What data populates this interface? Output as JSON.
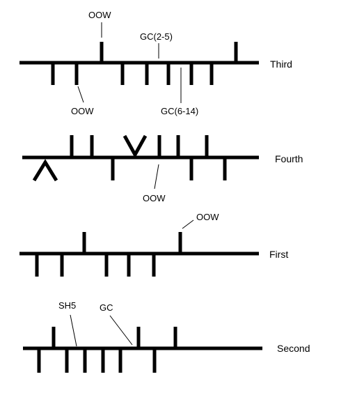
{
  "rows": [
    {
      "id": "third",
      "name": "Third",
      "annotations": [
        {
          "id": "oow-top",
          "text": "OOW"
        },
        {
          "id": "gc-2-5",
          "text": "GC(2-5)"
        },
        {
          "id": "oow-bottom",
          "text": "OOW"
        },
        {
          "id": "gc-6-14",
          "text": "GC(6-14)"
        }
      ]
    },
    {
      "id": "fourth",
      "name": "Fourth",
      "annotations": [
        {
          "id": "oow",
          "text": "OOW"
        }
      ]
    },
    {
      "id": "first",
      "name": "First",
      "annotations": [
        {
          "id": "oow",
          "text": "OOW"
        }
      ]
    },
    {
      "id": "second",
      "name": "Second",
      "annotations": [
        {
          "id": "sh5",
          "text": "SH5"
        },
        {
          "id": "gc",
          "text": "GC"
        }
      ]
    }
  ]
}
